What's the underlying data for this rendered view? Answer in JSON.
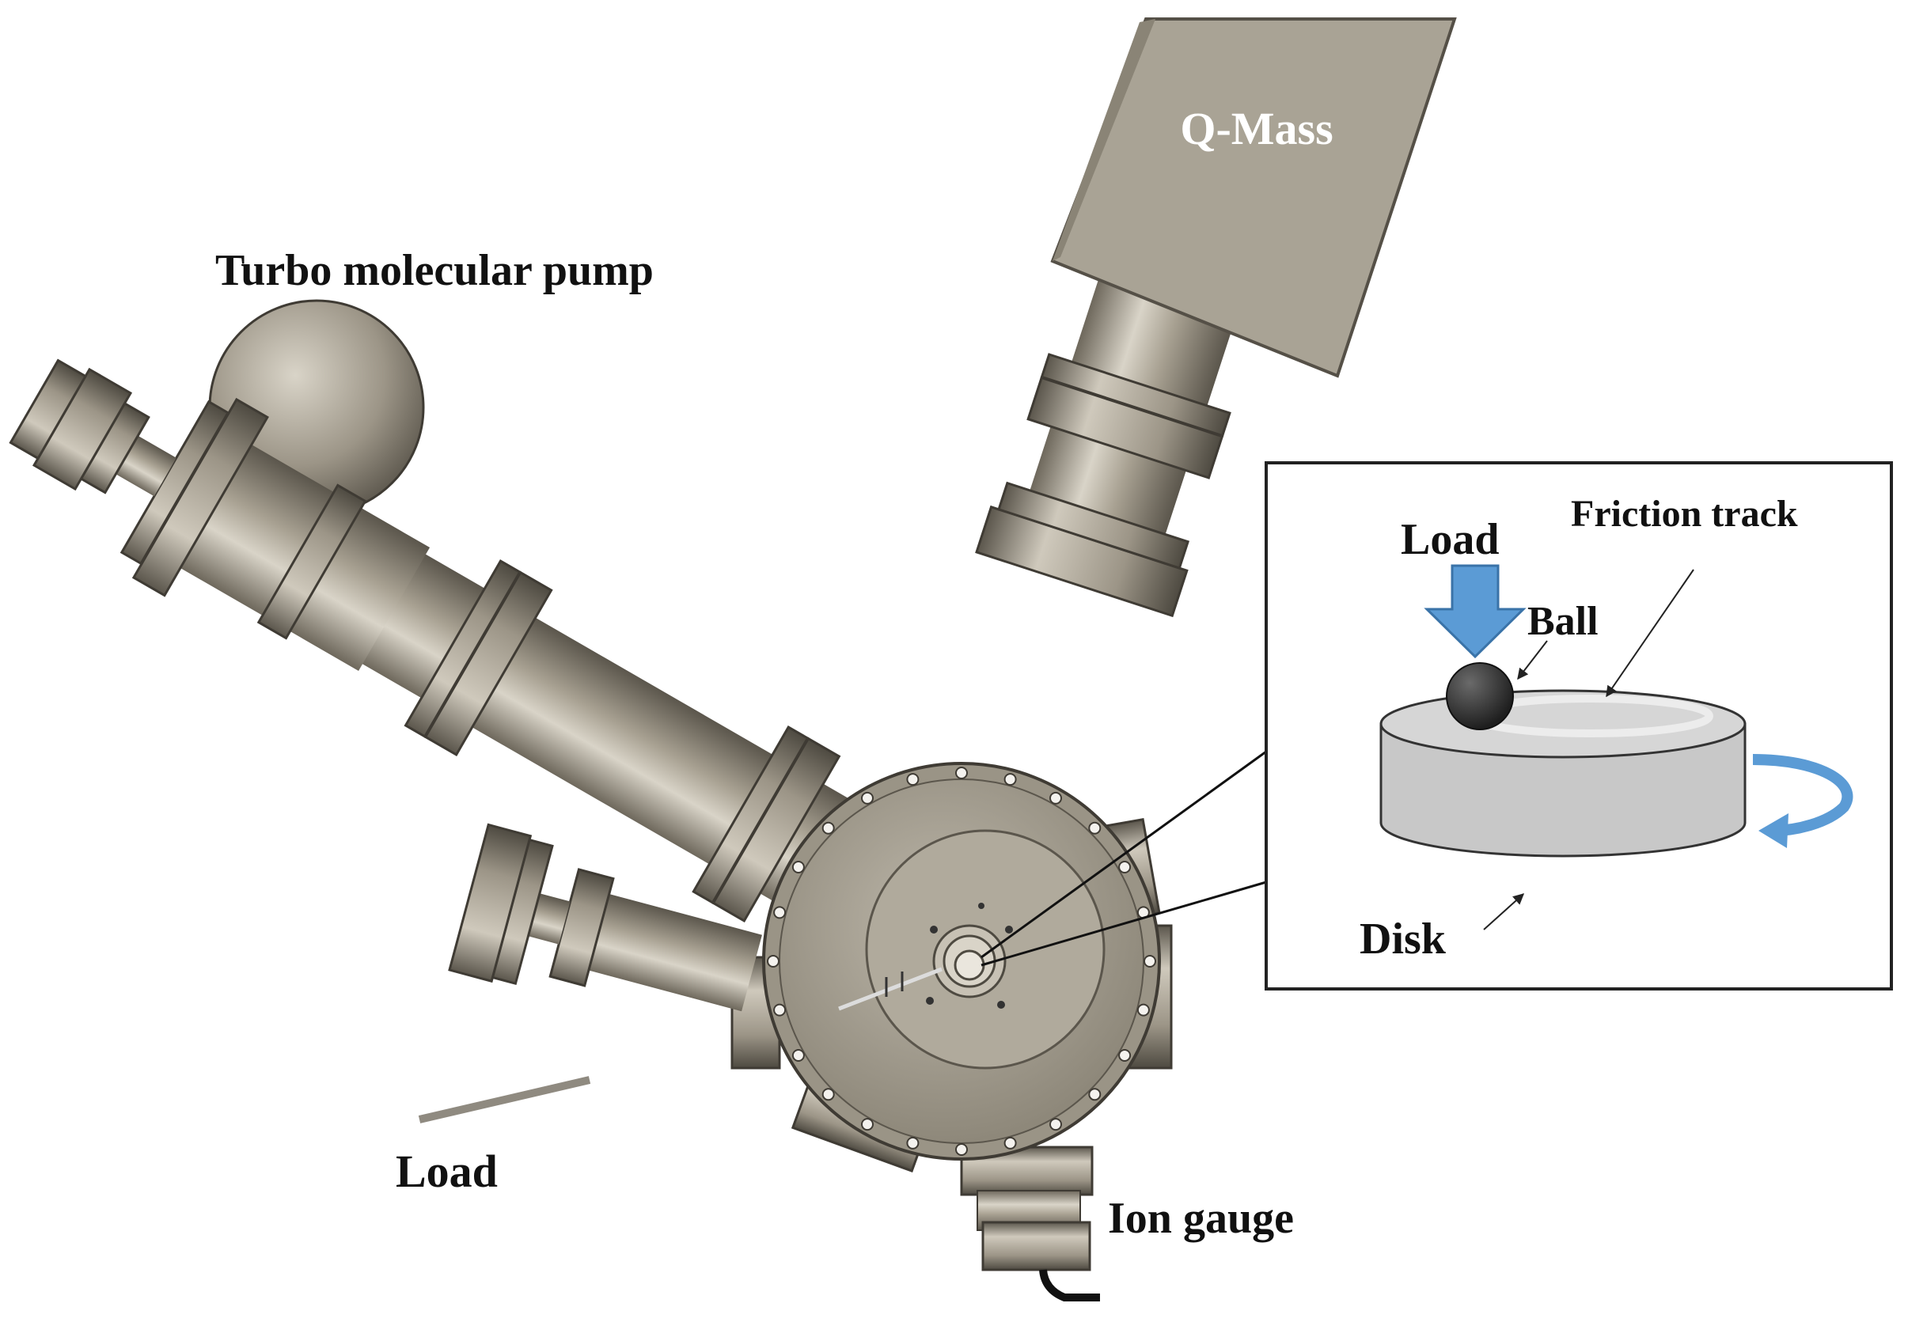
{
  "labels": {
    "turbo_pump": "Turbo molecular pump",
    "q_mass": "Q-Mass",
    "load_main": "Load",
    "ion_gauge": "Ion gauge"
  },
  "inset": {
    "load": "Load",
    "ball": "Ball",
    "friction_track": "Friction track",
    "disk": "Disk"
  },
  "colors": {
    "metal_dark": "#6e685c",
    "metal_mid": "#a8a192",
    "metal_light": "#d9d4c8",
    "qmass_box": "#a9a395",
    "load_arrow": "#5b9bd5",
    "rotation_arrow": "#5b9bd5",
    "disk_fill": "#c8c8c8",
    "ball_fill": "#3a3a3a"
  }
}
